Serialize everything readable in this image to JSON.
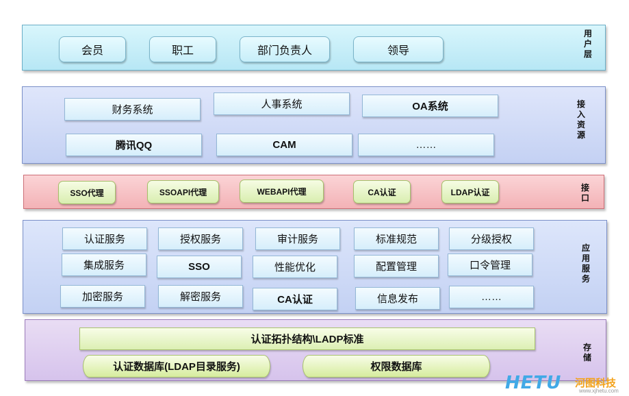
{
  "layers": {
    "user": {
      "label": "用\n户\n层",
      "items": [
        "会员",
        "职工",
        "部门负责人",
        "领导"
      ]
    },
    "access": {
      "label": "接\n入\n资\n源",
      "row1": [
        "财务系统",
        "人事系统",
        "OA系统"
      ],
      "row2": [
        "腾讯QQ",
        "CAM",
        "……"
      ]
    },
    "interface": {
      "label": "接\n口",
      "items": [
        "SSO代理",
        "SSOAPI代理",
        "WEBAPI代理",
        "CA认证",
        "LDAP认证"
      ]
    },
    "app": {
      "label": "应\n用\n服\n务",
      "row1": [
        "认证服务",
        "授权服务",
        "审计服务",
        "标准规范",
        "分级授权"
      ],
      "row2": [
        "集成服务",
        "SSO",
        "性能优化",
        "配置管理",
        "口令管理"
      ],
      "row3": [
        "加密服务",
        "解密服务",
        "CA认证",
        "信息发布",
        "……"
      ]
    },
    "storage": {
      "label": "存\n储",
      "top": "认证拓扑结构\\LADP标准",
      "db1": "认证数据库(LDAP目录服务)",
      "db2": "权限数据库"
    }
  },
  "watermark": {
    "logo": "HETU",
    "name": "河图科技",
    "url": "www.xjhetu.com"
  }
}
